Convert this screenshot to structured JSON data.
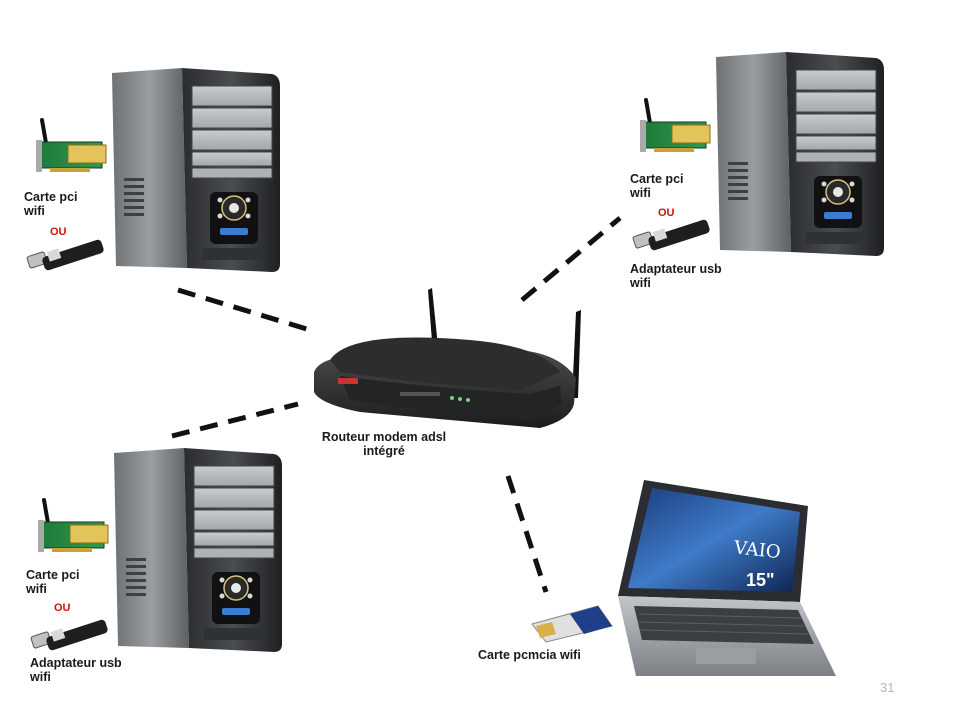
{
  "router": {
    "label_line1": "Routeur modem adsl",
    "label_line2": "intégré"
  },
  "pc_top_left": {
    "pci_line1": "Carte pci",
    "pci_line2": "wifi",
    "or_text": "OU"
  },
  "pc_top_right": {
    "pci_line1": "Carte pci",
    "pci_line2": "wifi",
    "or_text": "OU",
    "usb_line1": "Adaptateur usb",
    "usb_line2": "wifi"
  },
  "pc_bottom_left": {
    "pci_line1": "Carte pci",
    "pci_line2": "wifi",
    "or_text": "OU",
    "usb_line1": "Adaptateur usb",
    "usb_line2": "wifi"
  },
  "laptop": {
    "brand": "VAIO",
    "screen_size": "15\"",
    "pcmcia_label": "Carte pcmcia wifi"
  },
  "page_number": "31"
}
